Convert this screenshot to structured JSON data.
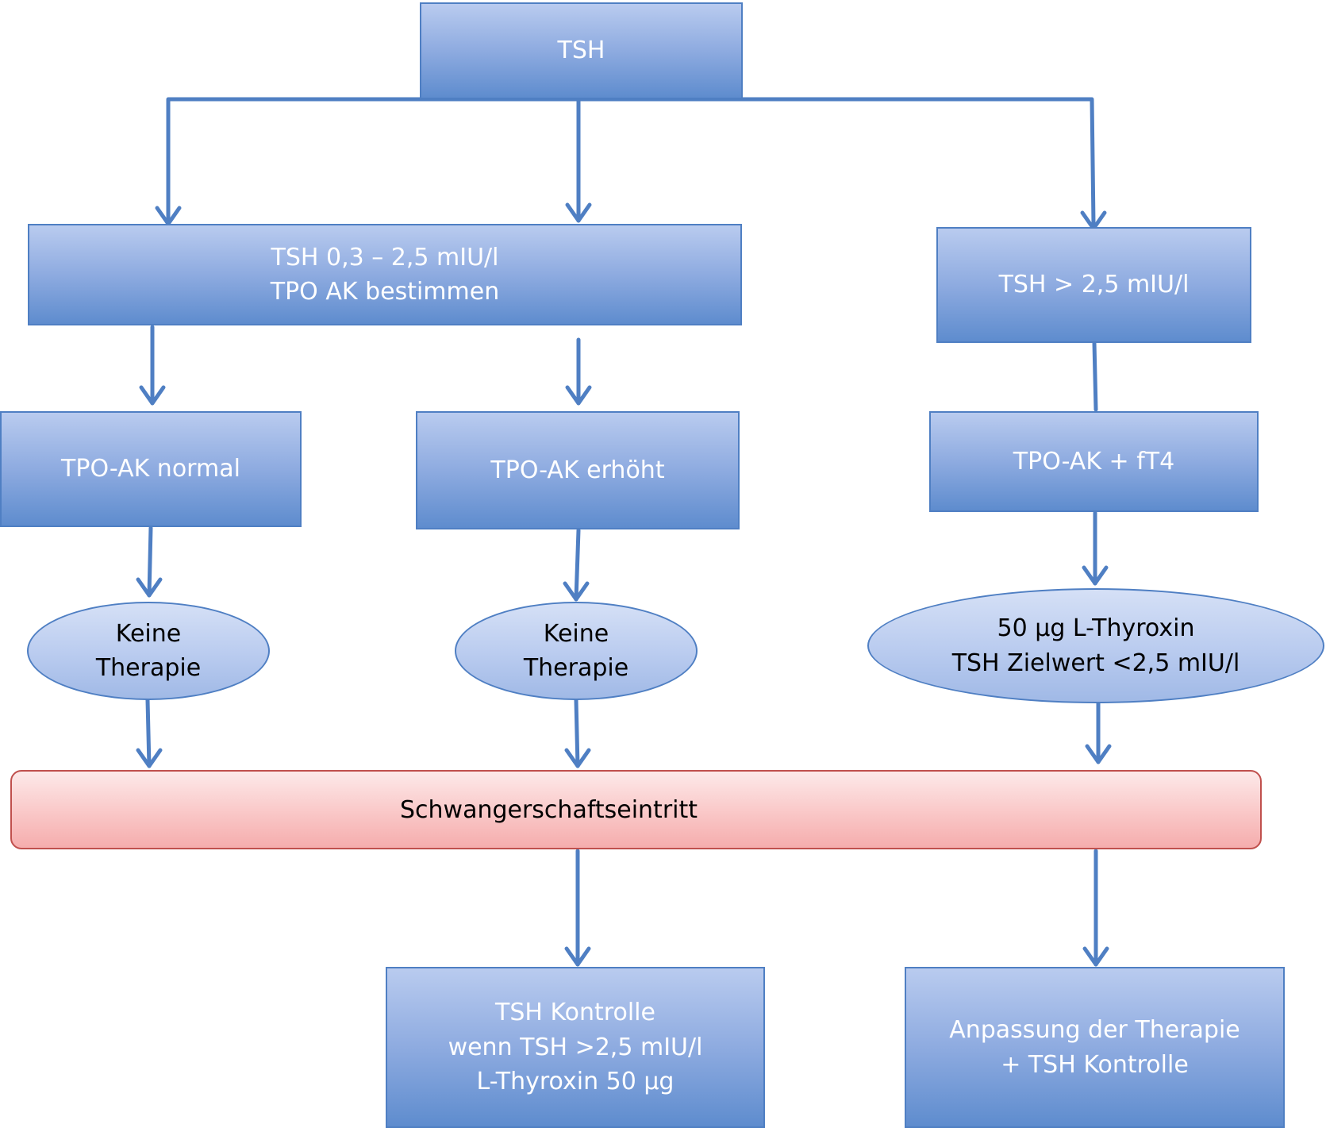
{
  "nodes": {
    "tsh": {
      "lines": [
        "TSH"
      ]
    },
    "tsh_normal_range": {
      "lines": [
        "TSH 0,3 – 2,5 mIU/l",
        "TPO AK bestimmen"
      ]
    },
    "tsh_high": {
      "lines": [
        "TSH > 2,5 mIU/l"
      ]
    },
    "tpo_normal": {
      "lines": [
        "TPO-AK normal"
      ]
    },
    "tpo_elevated": {
      "lines": [
        "TPO-AK erhöht"
      ]
    },
    "tpo_ft4": {
      "lines": [
        "TPO-AK + fT4"
      ]
    },
    "no_therapy_1": {
      "lines": [
        "Keine",
        "Therapie"
      ]
    },
    "no_therapy_2": {
      "lines": [
        "Keine",
        "Therapie"
      ]
    },
    "thyroxin_50": {
      "lines": [
        "50 µg L-Thyroxin",
        "TSH Zielwert <2,5 mIU/l"
      ]
    },
    "pregnancy_onset": {
      "lines": [
        "Schwangerschaftseintritt"
      ]
    },
    "tsh_control": {
      "lines": [
        "TSH Kontrolle",
        "wenn TSH >2,5 mIU/l",
        "L-Thyroxin 50 µg"
      ]
    },
    "therapy_adjustment": {
      "lines": [
        "Anpassung der Therapie",
        "+ TSH Kontrolle"
      ]
    }
  },
  "colors": {
    "box_fill_top": "#b9cbef",
    "box_fill_bottom": "#5e8cce",
    "box_border": "#4f7fc3",
    "connector": "#4f7fc3",
    "highlight_fill": "#f9c4c4",
    "highlight_border": "#c0504d"
  }
}
